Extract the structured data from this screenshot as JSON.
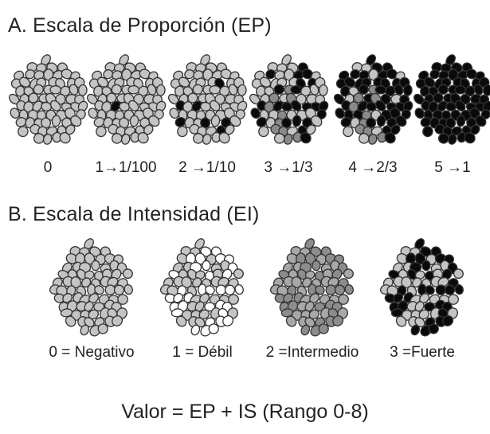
{
  "proportion_scale": {
    "title": "A. Escala de Proporción (EP)",
    "items": [
      {
        "label": "0",
        "stained_fraction": 0
      },
      {
        "label": "1→1/100",
        "stained_fraction": 0.01
      },
      {
        "label": "2 →1/10",
        "stained_fraction": 0.1
      },
      {
        "label": "3 →1/3",
        "stained_fraction": 0.333
      },
      {
        "label": "4 →2/3",
        "stained_fraction": 0.667
      },
      {
        "label": "5 →1",
        "stained_fraction": 1
      }
    ]
  },
  "intensity_scale": {
    "title": "B. Escala de Intensidad (EI)",
    "items": [
      {
        "label": "0 = Negativo",
        "stain_level": "none"
      },
      {
        "label": "1 = Débil",
        "stain_level": "weak"
      },
      {
        "label": "2 =Intermedio",
        "stain_level": "intermediate"
      },
      {
        "label": "3 =Fuerte",
        "stain_level": "strong"
      }
    ]
  },
  "formula": "Valor = EP + IS (Rango 0-8)",
  "colors": {
    "negative_cell": "#c4c4c4",
    "weak_cell": "#ffffff",
    "intermediate_cell": "#8c8c8c",
    "strong_cell": "#0a0a0a",
    "outline": "#333333"
  }
}
